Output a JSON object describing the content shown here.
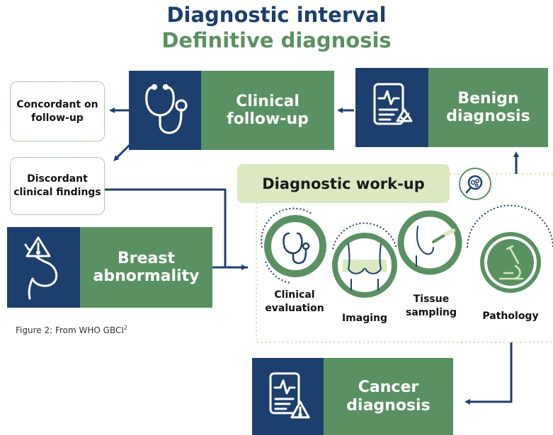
{
  "header": {
    "title": "Diagnostic interval",
    "subtitle": "Definitive diagnosis"
  },
  "nodes": {
    "clinical_follow_up": "Clinical\nfollow-up",
    "benign_diagnosis": "Benign\ndiagnosis",
    "concordant": "Concordant on\nfollow-up",
    "discordant": "Discordant\nclinical findings",
    "breast_abnormality": "Breast\nabnormality",
    "cancer_diagnosis": "Cancer\ndiagnosis",
    "diagnostic_workup": "Diagnostic work-up"
  },
  "workup_steps": [
    {
      "label": "Clinical\nevaluation",
      "icon": "stethoscope-icon"
    },
    {
      "label": "Imaging",
      "icon": "breast-imaging-icon"
    },
    {
      "label": "Tissue\nsampling",
      "icon": "biopsy-needle-icon"
    },
    {
      "label": "Pathology",
      "icon": "microscope-icon"
    }
  ],
  "caption": {
    "text": "Figure 2: From WHO GBCI",
    "superscript": "2"
  },
  "colors": {
    "navy": "#1d3f6e",
    "green": "#5a9162",
    "light_green": "#dbe8c0"
  }
}
